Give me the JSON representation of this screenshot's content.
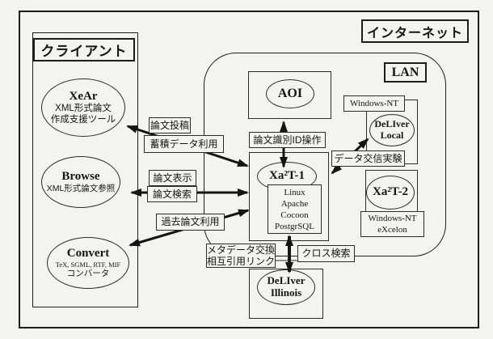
{
  "colors": {
    "ink": "#151515",
    "paper": "#f3f3ef"
  },
  "client": {
    "title": "クライアント",
    "nodes": [
      {
        "name": "XeAr",
        "lines": [
          "XML形式論文",
          "作成支援ツール"
        ]
      },
      {
        "name": "Browse",
        "lines": [
          "XML形式論文参照"
        ]
      },
      {
        "name": "Convert",
        "lines": [
          "TeX, SGML, RTF, MIF",
          "コンバータ"
        ]
      }
    ]
  },
  "internet": {
    "label": "インターネット",
    "lan_label": "LAN"
  },
  "center": {
    "aoi": "AOI",
    "xa2t1": {
      "name": "Xa²T-1",
      "stack": [
        "Linux",
        "Apache",
        "Cocoon",
        "PostgrSQL"
      ]
    },
    "deliver_illinois": {
      "line1": "DeLIver",
      "line2": "Illinois"
    }
  },
  "lan": {
    "windows_nt": "Windows-NT",
    "deliver_local": {
      "line1": "DeLIver",
      "line2": "Local"
    },
    "xa2t2": {
      "name": "Xa²T-2",
      "platform1": "Windows-NT",
      "platform2": "eXcelon"
    }
  },
  "labels": {
    "submit": "論文投稿",
    "stored_data": "蓄積データ利用",
    "display": "論文表示",
    "search": "論文検索",
    "past_papers": "過去論文利用",
    "id_ops": "論文識別ID操作",
    "data_exchange_exp": "データ交信実験",
    "metadata": "メタデータ交換",
    "citation_link": "相互引用リンク",
    "cross_search": "クロス検索"
  }
}
